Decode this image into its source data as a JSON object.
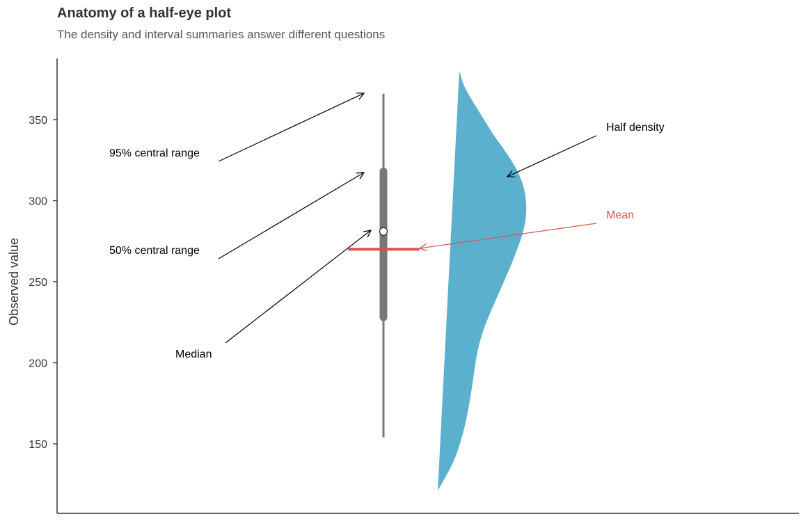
{
  "title": "Anatomy of a half-eye plot",
  "subtitle": "The density and interval summaries answer different questions",
  "chart_data": {
    "type": "half-eye",
    "ylabel": "Observed value",
    "ylim": [
      110,
      390
    ],
    "yticks": [
      150,
      200,
      250,
      300,
      350
    ],
    "grid": false,
    "interval_95": [
      154,
      366
    ],
    "interval_50": [
      228,
      318
    ],
    "median": 281,
    "mean": 270,
    "density": {
      "y": [
        121,
        140,
        160,
        180,
        200,
        210,
        220,
        230,
        240,
        250,
        260,
        270,
        280,
        290,
        300,
        310,
        320,
        330,
        340,
        350,
        360,
        370,
        380
      ],
      "height": [
        0.0,
        0.19,
        0.3,
        0.36,
        0.4,
        0.43,
        0.48,
        0.55,
        0.63,
        0.71,
        0.79,
        0.86,
        0.92,
        0.95,
        0.94,
        0.89,
        0.79,
        0.65,
        0.49,
        0.35,
        0.21,
        0.08,
        0.0
      ]
    },
    "annotations": [
      {
        "key": "range95",
        "text": "95% central range",
        "color": "#000000"
      },
      {
        "key": "range50",
        "text": "50% central range",
        "color": "#000000"
      },
      {
        "key": "median",
        "text": "Median",
        "color": "#000000"
      },
      {
        "key": "density",
        "text": "Half density",
        "color": "#000000"
      },
      {
        "key": "mean",
        "text": "Mean",
        "color": "#d9534f"
      }
    ],
    "colors": {
      "density": "#5bb1cd",
      "interval": "#777777",
      "mean": "#d9534f",
      "axis": "#333333"
    }
  }
}
